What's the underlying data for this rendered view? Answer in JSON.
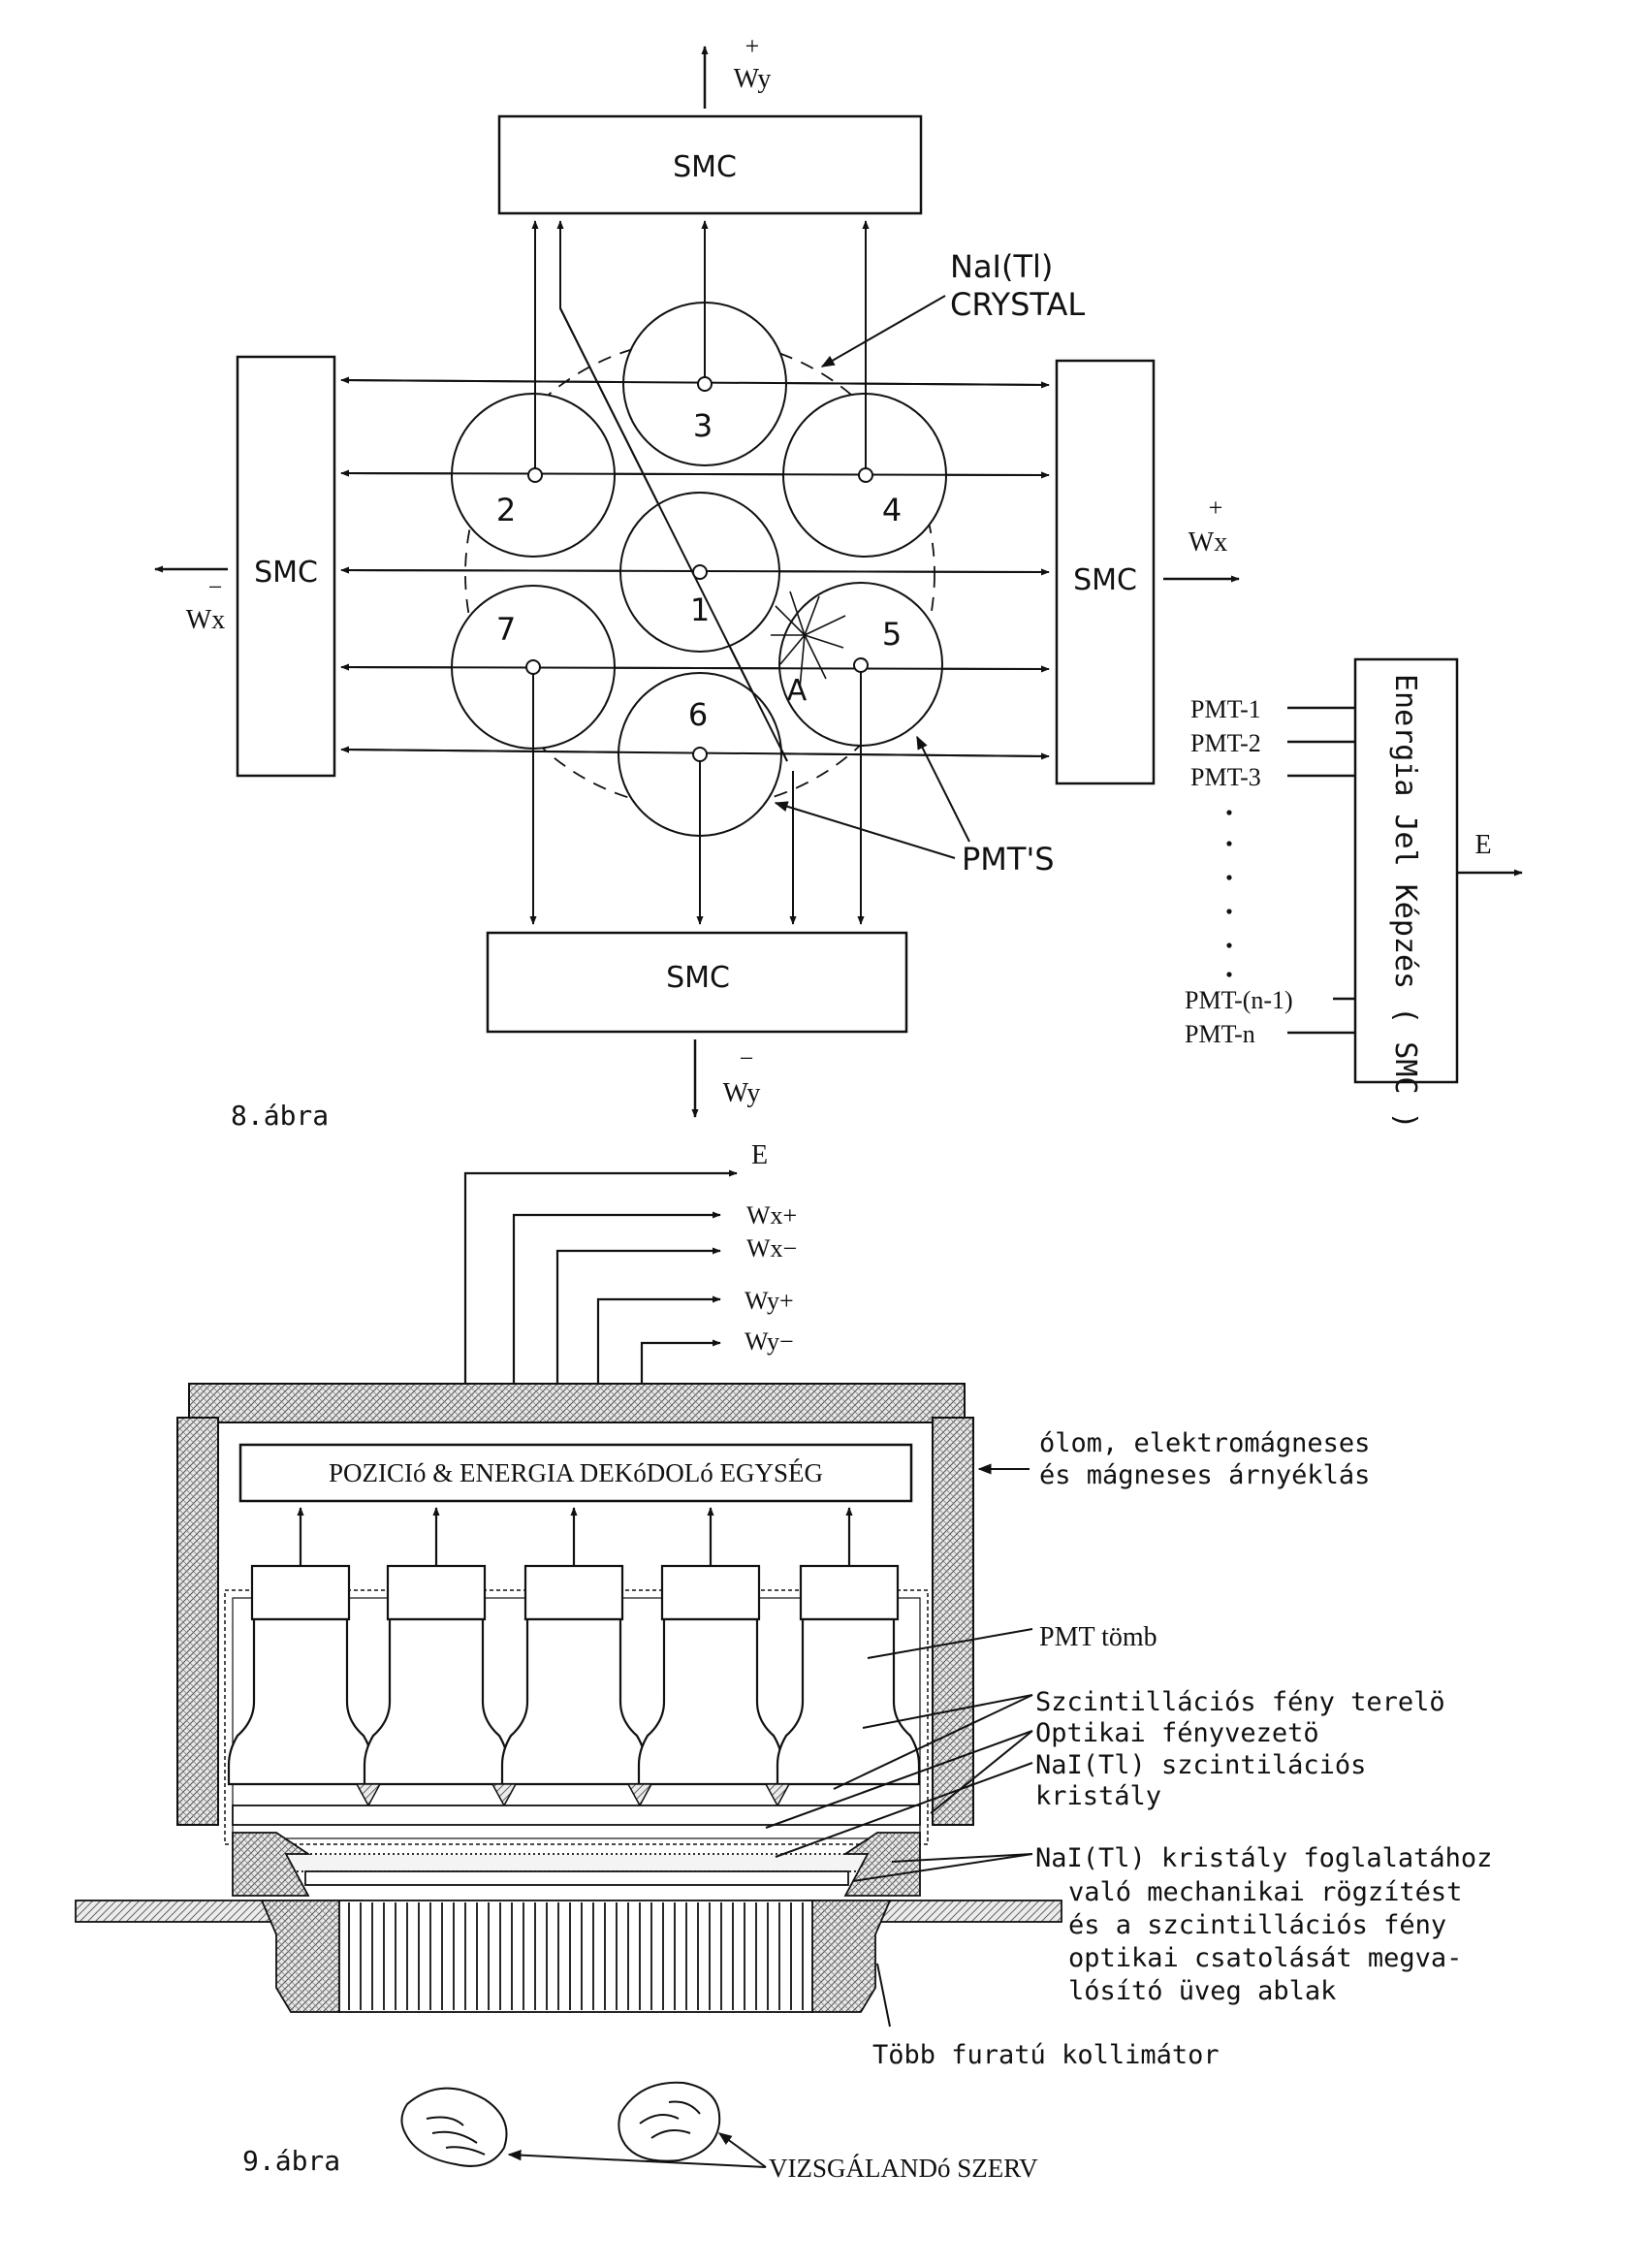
{
  "fig8": {
    "smc_top": "SMC",
    "smc_left": "SMC",
    "smc_right": "SMC",
    "smc_bottom": "SMC",
    "wy_plus": "Wy",
    "wy_minus": "Wy",
    "wx_plus": "Wx",
    "wx_minus": "Wx",
    "plus": "+",
    "minus": "−",
    "crystal_line1": "NaI(Tl)",
    "crystal_line2": "CRYSTAL",
    "pmts_label": "PMT'S",
    "pmt_numbers": [
      "1",
      "2",
      "3",
      "4",
      "5",
      "6",
      "7"
    ],
    "event_label": "A",
    "energy_box_label": "Energia Jel Képzés ( SMC )",
    "energy_inputs": [
      "PMT-1",
      "PMT-2",
      "PMT-3",
      "PMT-(n-1)",
      "PMT-n"
    ],
    "energy_output": "E",
    "caption": "8.ábra"
  },
  "fig9": {
    "outputs": [
      "E",
      "Wx+",
      "Wx−",
      "Wy+",
      "Wy−"
    ],
    "decoder_label": "POZICIó & ENERGIA DEKóDOLó EGYSÉG",
    "shield_line1": "ólom, elektromágneses",
    "shield_line2": "és mágneses árnyéklás",
    "pmt_block": "PMT tömb",
    "light_guide_deflector": "Szcintillációs fény terelö",
    "optical_guide": "Optikai fényvezetö",
    "crystal_line1": "NaI(Tl) szcintilációs",
    "crystal_line2": "kristály",
    "window_lines": [
      "NaI(Tl) kristály foglalatához",
      "való mechanikai rögzítést",
      "és a szcintillációs fény",
      "optikai csatolását megva-",
      "lósító üveg ablak"
    ],
    "collimator": "Több furatú kollimátor",
    "organ": "VIZSGÁLANDó SZERV",
    "caption": "9.ábra"
  }
}
